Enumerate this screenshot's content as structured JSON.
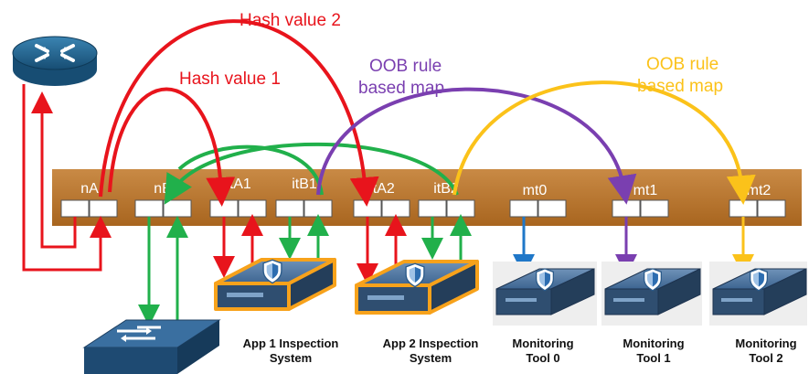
{
  "annotations": {
    "hash1": "Hash value 1",
    "hash2": "Hash value 2",
    "oob_purple_line1": "OOB rule",
    "oob_purple_line2": "based map",
    "oob_yellow_line1": "OOB rule",
    "oob_yellow_line2": "based map"
  },
  "ports": {
    "nA": "nA",
    "nB": "nB",
    "itA1": "itA1",
    "itB1": "itB1",
    "itA2": "itA2",
    "itB2": "itB2",
    "mt0": "mt0",
    "mt1": "mt1",
    "mt2": "mt2"
  },
  "devices": {
    "app1_line1": "App 1 Inspection",
    "app1_line2": "System",
    "app2_line1": "App 2 Inspection",
    "app2_line2": "System",
    "tool0_line1": "Monitoring",
    "tool0_line2": "Tool 0",
    "tool1_line1": "Monitoring",
    "tool1_line2": "Tool 1",
    "tool2_line1": "Monitoring",
    "tool2_line2": "Tool 2"
  },
  "icons": {
    "router": "router-icon",
    "switch": "switch-icon",
    "appliance": "security-appliance-icon",
    "shield": "shield-icon"
  },
  "colors": {
    "switch_bar": "#b9732b",
    "red": "#e8141c",
    "green": "#21b04b",
    "purple": "#7a3fb0",
    "yellow": "#fbc21a",
    "blue": "#1f77c8",
    "router_blue": "#1d5d86",
    "appliance_border": "#f7a21b"
  }
}
